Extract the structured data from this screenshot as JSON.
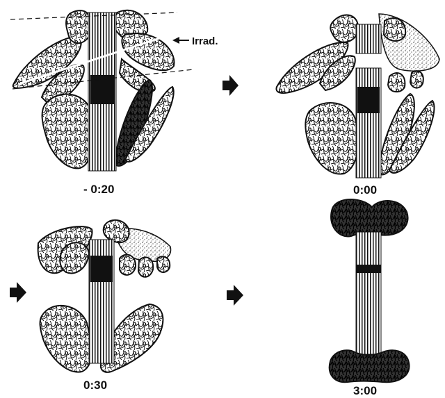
{
  "labels": {
    "irradiation": "Irrad.",
    "time_1": "- 0:20",
    "time_2": "0:00",
    "time_3": "0:30",
    "time_4": "3:00"
  },
  "icons": [
    "right-arrow-icon",
    "left-arrow-icon"
  ],
  "colors": {
    "ink": "#111111",
    "paper": "#ffffff"
  }
}
